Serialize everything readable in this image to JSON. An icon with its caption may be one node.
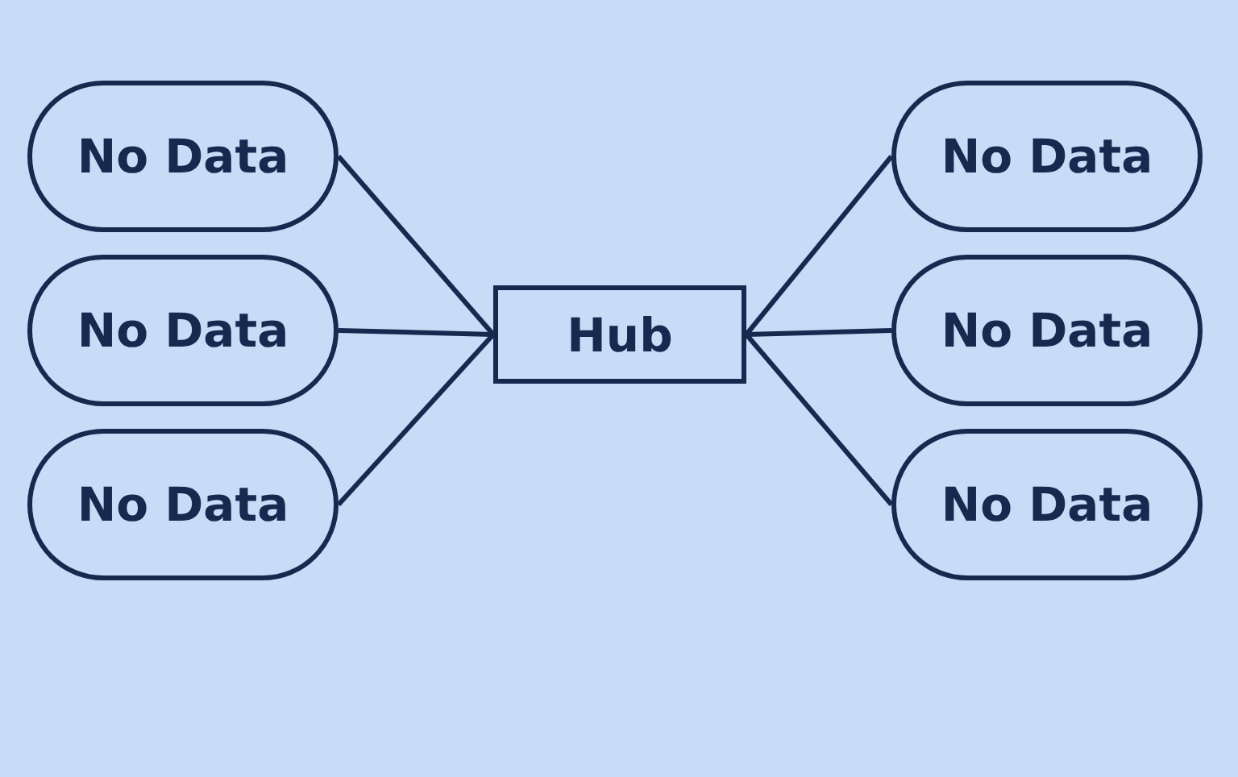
{
  "diagram": {
    "nodes": [
      {
        "text": [
          "No Data"
        ]
      },
      {
        "text": [
          "No Data"
        ]
      },
      {
        "text": [
          "No Data"
        ]
      },
      {
        "text": [
          "Hub"
        ]
      },
      {
        "text": [
          "No Data"
        ]
      },
      {
        "text": [
          "No Data"
        ]
      },
      {
        "text": [
          "No Data"
        ]
      }
    ],
    "edges": [
      {
        "from": 0,
        "to": 3,
        "arrow": "none"
      },
      {
        "from": 1,
        "to": 3,
        "arrow": "none"
      },
      {
        "from": 2,
        "to": 3,
        "arrow": "none"
      },
      {
        "from": 3,
        "to": 4,
        "arrow": "none"
      },
      {
        "from": 3,
        "to": 5,
        "arrow": "none"
      },
      {
        "from": 3,
        "to": 6,
        "arrow": "none"
      }
    ]
  }
}
